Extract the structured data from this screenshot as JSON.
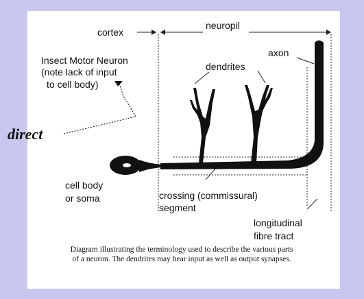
{
  "labels": {
    "cortex": "cortex",
    "neuropil": "neuropil",
    "insect_motor_neuron": [
      "Insect Motor Neuron",
      "(note lack of input",
      "to cell body)"
    ],
    "axon": "axon",
    "dendrites": "dendrites",
    "direct": "direct",
    "cell_body": [
      "cell body",
      "or soma"
    ],
    "crossing_segment": [
      "crossing (commissural)",
      "segment"
    ],
    "longitudinal": [
      "longitudinal",
      "fibre tract"
    ]
  },
  "caption": "Diagram illustrating the terminology used to describe the various parts of a neuron. The dendrites may bear input as well as output synapses.",
  "colors": {
    "background": "#c8c8ee",
    "panel": "#ffffff",
    "ink": "#111111"
  }
}
